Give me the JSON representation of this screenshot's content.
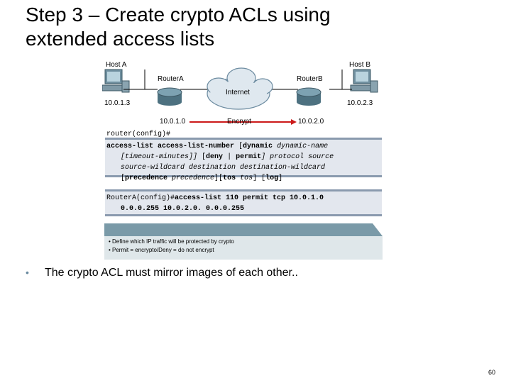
{
  "slide": {
    "title_line1": "Step 3 – Create crypto ACLs using",
    "title_line2": "extended access lists",
    "bullet": "The crypto ACL must mirror images of each other..",
    "page_number": "60"
  },
  "diagram": {
    "host_a": "Host A",
    "host_b": "Host B",
    "router_a": "RouterA",
    "router_b": "RouterB",
    "internet": "Internet",
    "host_a_ip": "10.0.1.3",
    "host_b_ip": "10.0.2.3",
    "net_a": "10.0.1.0",
    "net_b": "10.0.2.0",
    "encrypt": "Encrypt"
  },
  "syntax": {
    "prompt": "router(config)#",
    "line1_kw": "access-list access-list-number",
    "line1_opt_open": " [",
    "line1_dynamic": "dynamic",
    "line1_dynname": " dynamic-name",
    "line2_timeout": "[timeout-minutes]]",
    "line2_deny_open": " [",
    "line2_deny": "deny",
    "line2_pipe": " | ",
    "line2_permit": "permit",
    "line2_rest": "] protocol source",
    "line3": "source-wildcard destination destination-wildcard",
    "line4_open": "[",
    "line4_prec": "precedence",
    "line4_prec_arg": " precedence",
    "line4_mid": "][",
    "line4_tos": "tos",
    "line4_tos_arg": " tos",
    "line4_mid2": "] [",
    "line4_log": "log",
    "line4_close": "]"
  },
  "example": {
    "prompt": "RouterA(config)#",
    "command": "access-list 110 permit tcp 10.0.1.0",
    "line2": "0.0.0.255 10.0.2.0. 0.0.0.255"
  },
  "notes": {
    "line1": "• Define which IP traffic will be protected by crypto",
    "line2": "• Permit = encrypto/Deny = do not encrypt"
  },
  "colors": {
    "band": "#7a9aa8",
    "box_bg": "#e3e7ee",
    "arrow": "#cc1a1a",
    "bullet": "#6a8aa0"
  }
}
